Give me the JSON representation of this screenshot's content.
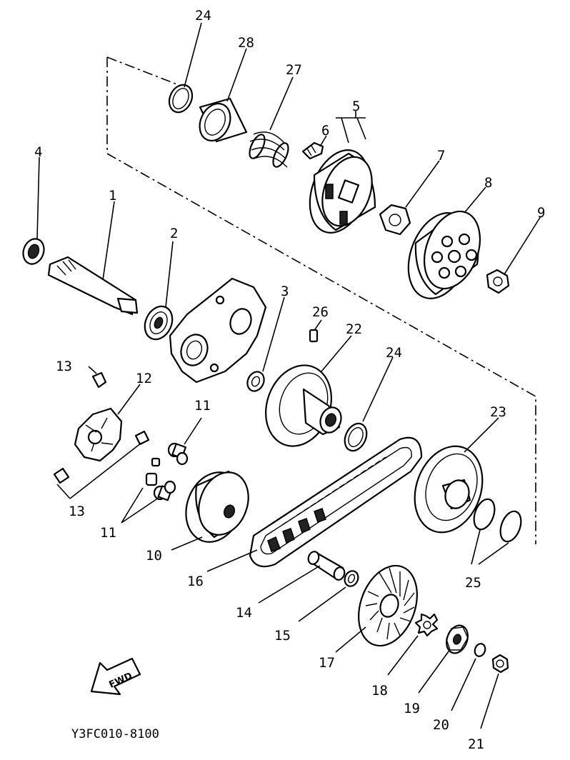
{
  "diagram_code": "Y3FC010-8100",
  "fwd_label": "FWD",
  "callouts": {
    "c1": "1",
    "c2": "2",
    "c3": "3",
    "c4": "4",
    "c5": "5",
    "c6": "6",
    "c7": "7",
    "c8": "8",
    "c9": "9",
    "c10": "10",
    "c11a": "11",
    "c11b": "11",
    "c12": "12",
    "c13a": "13",
    "c13b": "13",
    "c14": "14",
    "c15": "15",
    "c16": "16",
    "c17": "17",
    "c18": "18",
    "c19": "19",
    "c20": "20",
    "c21": "21",
    "c22": "22",
    "c23": "23",
    "c24a": "24",
    "c24b": "24",
    "c25": "25",
    "c26": "26",
    "c27": "27",
    "c28": "28"
  }
}
